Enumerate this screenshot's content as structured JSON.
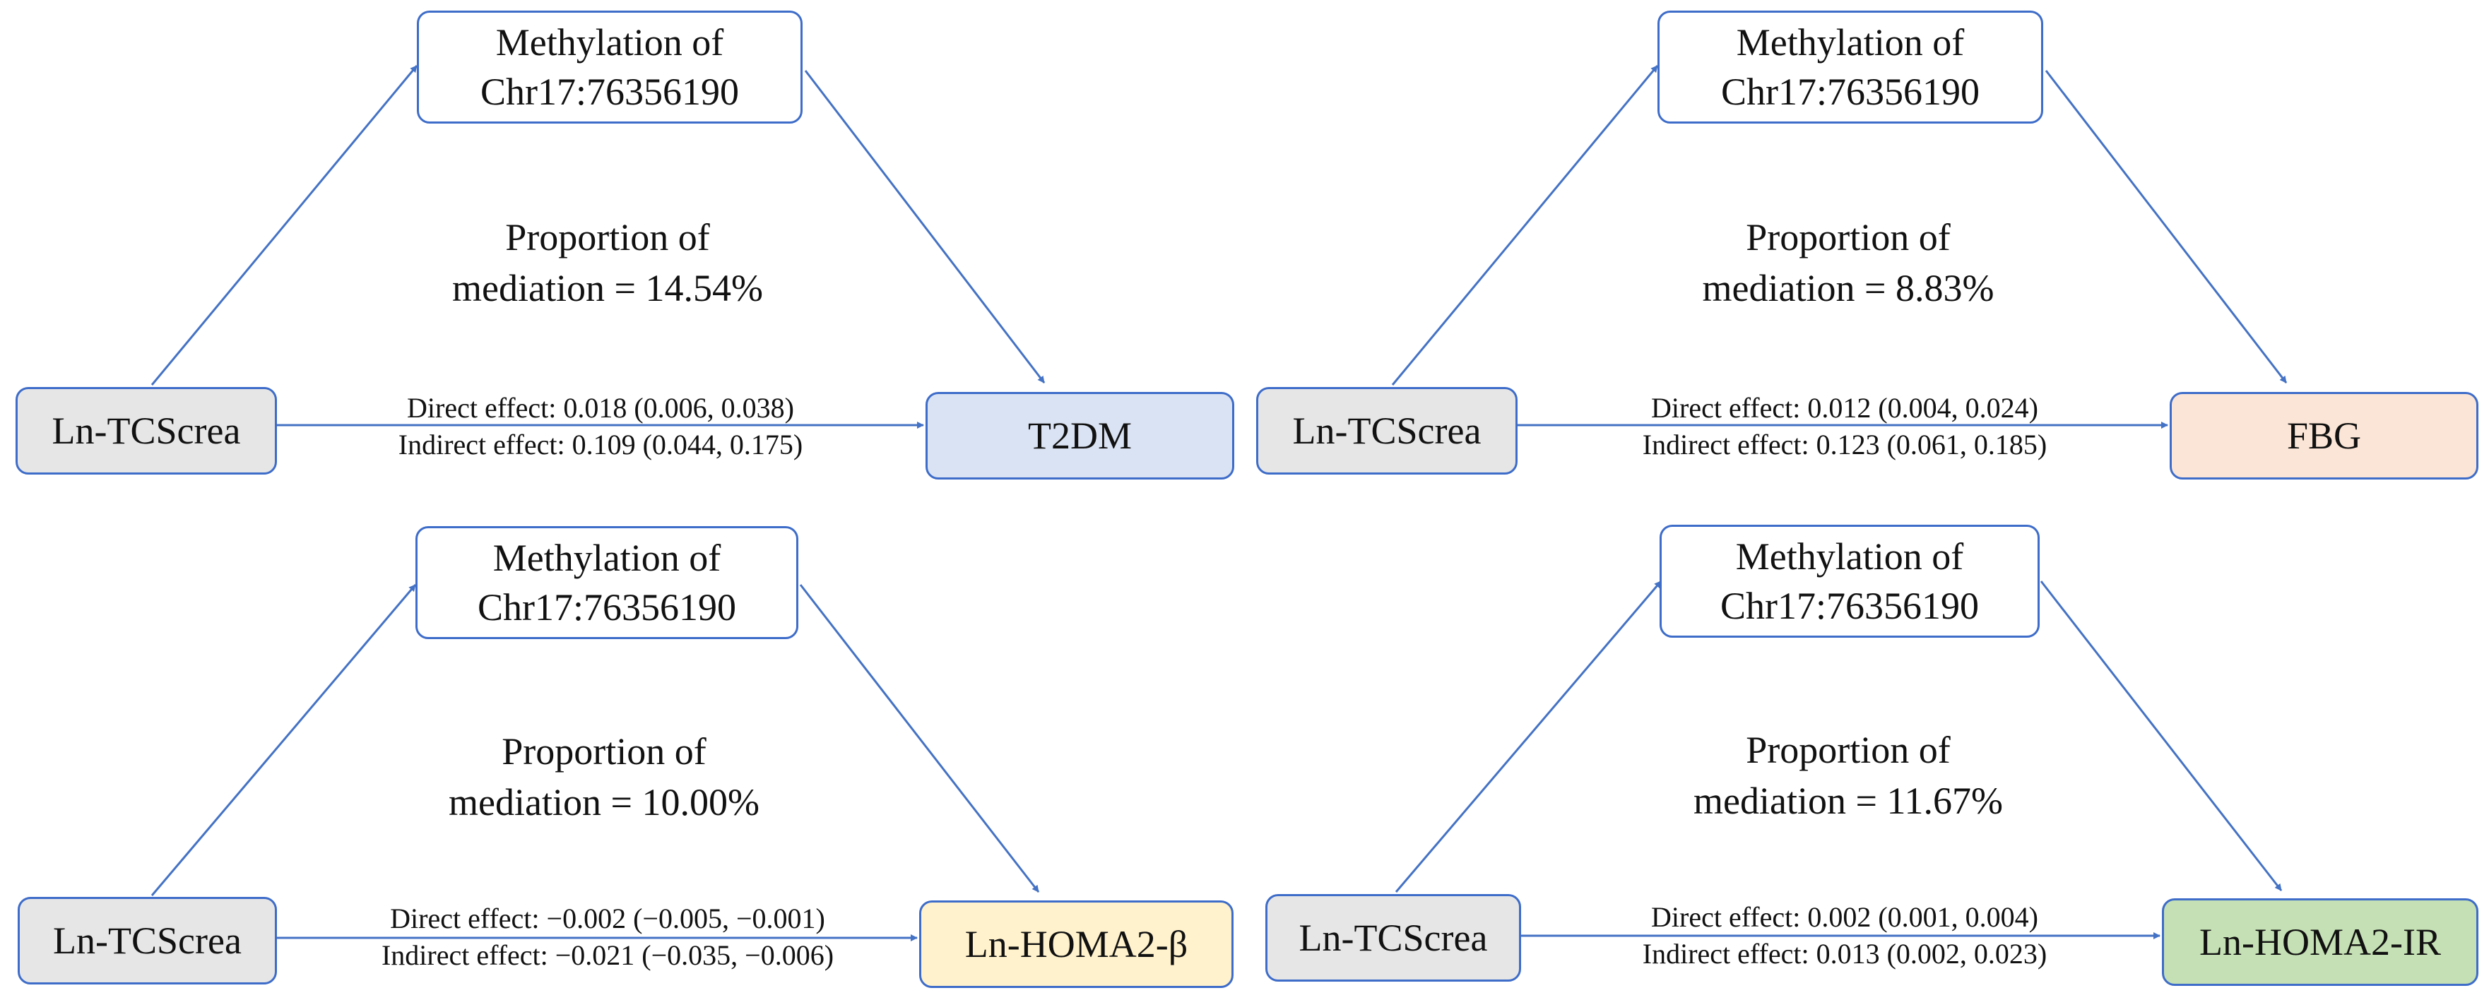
{
  "panels": [
    {
      "mediator_line1": "Methylation of",
      "mediator_line2": "Chr17:76356190",
      "exposure": "Ln-TCScrea",
      "outcome": "T2DM",
      "outcome_color": "#dae3f3",
      "proportion_line1": "Proportion of",
      "proportion_line2": "mediation = 14.54%",
      "direct": "Direct effect: 0.018 (0.006, 0.038)",
      "indirect": "Indirect effect: 0.109 (0.044, 0.175)"
    },
    {
      "mediator_line1": "Methylation of",
      "mediator_line2": "Chr17:76356190",
      "exposure": "Ln-TCScrea",
      "outcome": "FBG",
      "outcome_color": "#fbe5d6",
      "proportion_line1": "Proportion of",
      "proportion_line2": "mediation = 8.83%",
      "direct": "Direct effect: 0.012 (0.004, 0.024)",
      "indirect": "Indirect effect: 0.123 (0.061, 0.185)"
    },
    {
      "mediator_line1": "Methylation of",
      "mediator_line2": "Chr17:76356190",
      "exposure": "Ln-TCScrea",
      "outcome": "Ln-HOMA2-β",
      "outcome_color": "#fff2cc",
      "proportion_line1": "Proportion of",
      "proportion_line2": "mediation = 10.00%",
      "direct": "Direct effect: −0.002 (−0.005, −0.001)",
      "indirect": "Indirect effect: −0.021 (−0.035, −0.006)"
    },
    {
      "mediator_line1": "Methylation of",
      "mediator_line2": "Chr17:76356190",
      "exposure": "Ln-TCScrea",
      "outcome": "Ln-HOMA2-IR",
      "outcome_color": "#c5e0b4",
      "proportion_line1": "Proportion of",
      "proportion_line2": "mediation = 11.67%",
      "direct": "Direct effect: 0.002 (0.001, 0.004)",
      "indirect": "Indirect effect: 0.013 (0.002, 0.023)"
    }
  ],
  "colors": {
    "arrow": "#4472c4",
    "border": "#3d6cc9",
    "exposure_fill": "#e6e6e6"
  }
}
